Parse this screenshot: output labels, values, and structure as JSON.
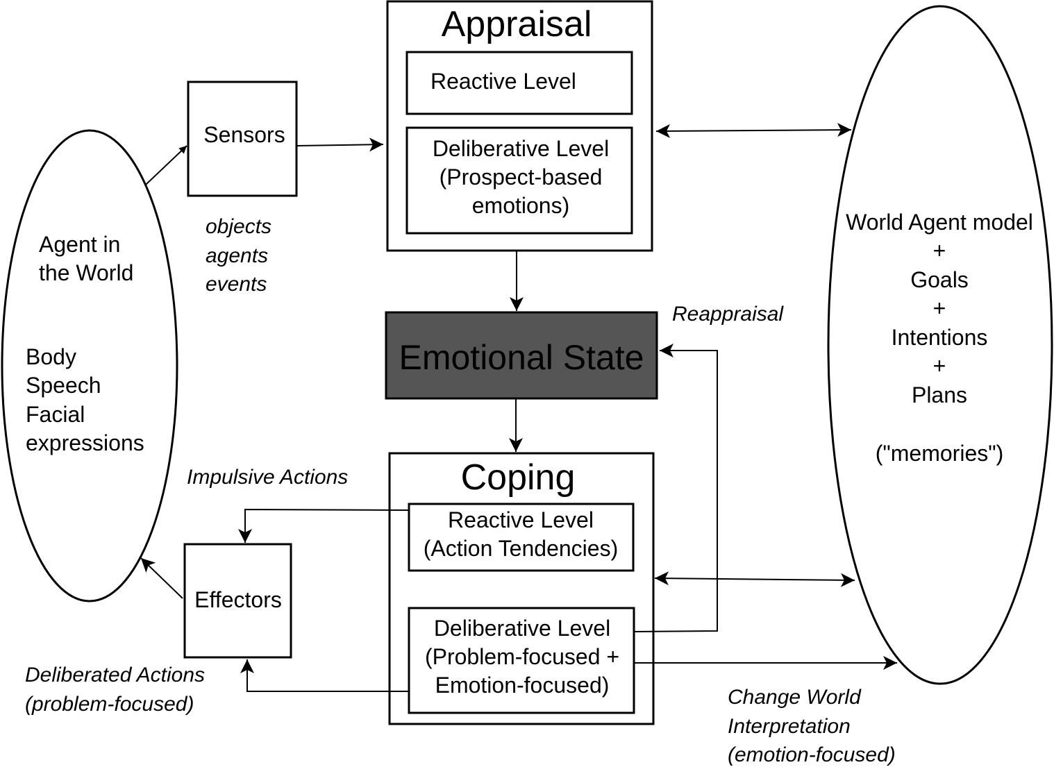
{
  "world": {
    "line1": "Agent in",
    "line2": "the World",
    "line3": "Body",
    "line4": "Speech",
    "line5": "Facial",
    "line6": "expressions"
  },
  "sensors": {
    "label": "Sensors",
    "note1": "objects",
    "note2": "agents",
    "note3": "events"
  },
  "appraisal": {
    "title": "Appraisal",
    "reactive": "Reactive Level",
    "deliberative1": "Deliberative Level",
    "deliberative2": "(Prospect-based",
    "deliberative3": "emotions)"
  },
  "emotional_state": {
    "label": "Emotional State",
    "reappraisal": "Reappraisal"
  },
  "coping": {
    "title": "Coping",
    "reactive1": "Reactive Level",
    "reactive2": "(Action Tendencies)",
    "deliberative1": "Deliberative Level",
    "deliberative2": "(Problem-focused +",
    "deliberative3": "Emotion-focused)"
  },
  "effectors": {
    "label": "Effectors",
    "impulsive": "Impulsive Actions",
    "deliberated1": "Deliberated Actions",
    "deliberated2": "(problem-focused)"
  },
  "model": {
    "line1": "World Agent model",
    "plus1": "+",
    "line2": "Goals",
    "plus2": "+",
    "line3": "Intentions",
    "plus3": "+",
    "line4": "Plans",
    "line5": "(\"memories\")"
  },
  "change": {
    "line1": "Change World",
    "line2": "Interpretation",
    "line3": "(emotion-focused)"
  }
}
